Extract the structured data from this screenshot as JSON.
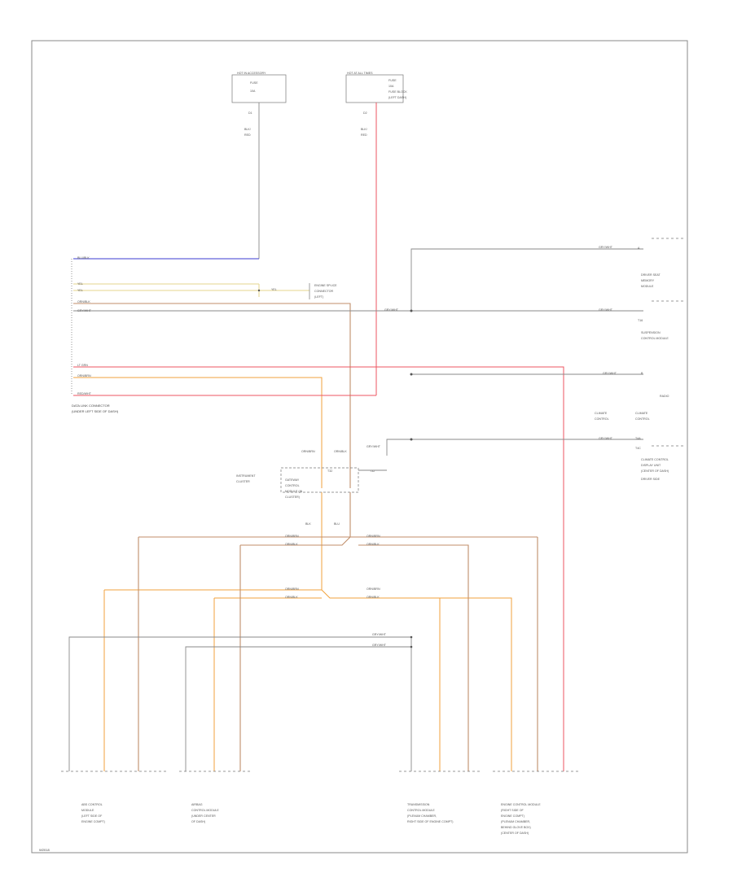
{
  "diagram": {
    "top_left_connector": {
      "title": "HOT IN ACCESSORY",
      "lines": [
        "FUSE",
        "10A"
      ],
      "pin": "D1",
      "wire_label": [
        "BLK/",
        "RED"
      ]
    },
    "top_right_connector": {
      "title": "HOT AT ALL TIMES",
      "lines": [
        "FUSE",
        "10A",
        "FUSE BLOCK",
        "(LEFT DASH)"
      ],
      "pin": "D2",
      "wire_label": [
        "BLK/",
        "RED"
      ]
    },
    "dlc": {
      "label": [
        "DATA LINK CONNECTOR",
        "(UNDER LEFT SIDE OF DASH)"
      ],
      "wires": [
        "BLU/BLK",
        "",
        "YEL",
        "YEL",
        "ORN/BLK",
        "GRY/WHT",
        "",
        "",
        "",
        "",
        "",
        "LT GRN",
        "ORN/BRN",
        "",
        "RED/WHT"
      ]
    },
    "splice": {
      "label": [
        "ENGINE SPLICE",
        "CONNECTOR",
        "(LEFT)"
      ],
      "wire": "YEL"
    },
    "right_modules": [
      {
        "id": "seat",
        "wire": "GRY/WHT",
        "pins": [
          "A",
          ""
        ],
        "label": [
          "DRIVER SEAT",
          "MEMORY",
          "MODULE"
        ]
      },
      {
        "id": "suspension",
        "wire": "GRY/WHT",
        "pins": [
          "",
          "T16"
        ],
        "label": [
          "SUSPENSION",
          "CONTROL MODULE"
        ]
      },
      {
        "id": "radio",
        "wire": "GRY/WHT",
        "pins": [
          "B"
        ],
        "label": [
          "RADIO"
        ]
      },
      {
        "id": "climate",
        "wire": "GRY/WHT",
        "pins": [
          "T4A",
          "T4C"
        ],
        "top": [
          "CLIMATE",
          "CONTROL",
          "CLIMATE",
          "CONTROL"
        ],
        "label": [
          "CLIMATE CONTROL",
          "DISPLAY UNIT",
          "(CENTER OF DASH)",
          "DRIVER SIDE"
        ]
      }
    ],
    "cluster": {
      "label": [
        "INSTRUMENT",
        "CLUSTER"
      ],
      "text": [
        "GATEWAY",
        "CONTROL",
        "MODULE (IN",
        "CLUSTER)"
      ],
      "pin_labels": [
        "T32",
        "T32"
      ],
      "wire_labels": [
        "ORN/BRN",
        "ORN/BLK",
        "GRY/WHT",
        "BLK",
        "BLU"
      ]
    },
    "bus_labels": [
      "ORN/BRN",
      "ORN/BLK",
      "ORN/BRN",
      "ORN/BLK",
      "ORN/BRN",
      "ORN/BLK",
      "ORN/BRN",
      "ORN/BLK"
    ],
    "ground_labels": [
      "GRY/WHT",
      "GRY/WHT"
    ],
    "bottom_modules": [
      {
        "id": "abs",
        "label": [
          "ABS CONTROL",
          "MODULE",
          "(LEFT SIDE OF",
          "ENGINE COMPT)"
        ]
      },
      {
        "id": "airbag",
        "label": [
          "AIRBAG",
          "CONTROL MODULE",
          "(UNDER CENTER",
          "OF DASH)"
        ]
      },
      {
        "id": "tcm",
        "label": [
          "TRANSMISSION",
          "CONTROL MODULE",
          "(PLENUM CHAMBER,",
          "RIGHT SIDE OF ENGINE COMPT)"
        ]
      },
      {
        "id": "ecm",
        "label": [
          "ENGINE CONTROL MODULE",
          "(RIGHT SIDE OF",
          "ENGINE COMPT)",
          "(PLENUM CHAMBER,",
          "BEHIND GLOVE BOX)",
          "(CENTER OF DASH)"
        ]
      }
    ],
    "footer_code": "W2018"
  }
}
